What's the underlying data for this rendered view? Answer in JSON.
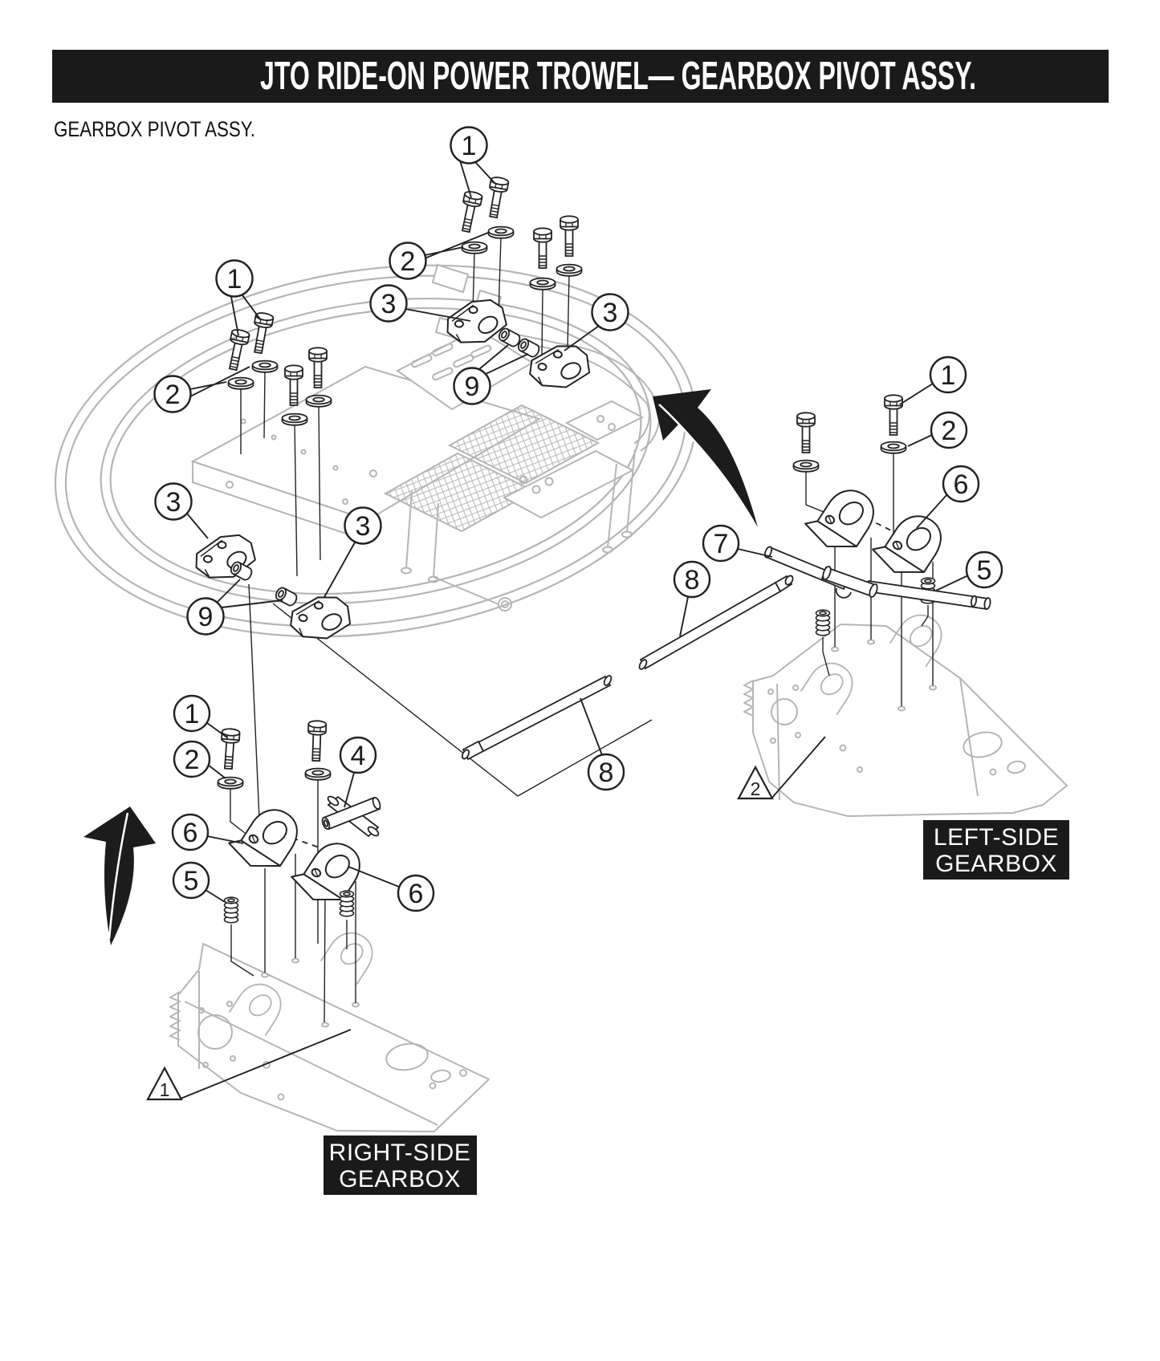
{
  "header": {
    "title": "JTO RIDE-ON POWER TROWEL— GEARBOX PIVOT ASSY.",
    "subtitle": "GEARBOX PIVOT  ASSY."
  },
  "labels": {
    "left_gearbox_line1": "LEFT-SIDE",
    "left_gearbox_line2": "GEARBOX",
    "right_gearbox_line1": "RIGHT-SIDE",
    "right_gearbox_line2": "GEARBOX"
  },
  "callouts": [
    {
      "id": "callout-1-top",
      "label": "1"
    },
    {
      "id": "callout-2-top",
      "label": "2"
    },
    {
      "id": "callout-3-top-left",
      "label": "3"
    },
    {
      "id": "callout-3-top-right",
      "label": "3"
    },
    {
      "id": "callout-9-top",
      "label": "9"
    },
    {
      "id": "callout-1-left",
      "label": "1"
    },
    {
      "id": "callout-2-left",
      "label": "2"
    },
    {
      "id": "callout-3-left",
      "label": "3"
    },
    {
      "id": "callout-3-mid",
      "label": "3"
    },
    {
      "id": "callout-9-left",
      "label": "9"
    },
    {
      "id": "callout-1-right",
      "label": "1"
    },
    {
      "id": "callout-2-right",
      "label": "2"
    },
    {
      "id": "callout-6-right-upper",
      "label": "6"
    },
    {
      "id": "callout-5-right",
      "label": "5"
    },
    {
      "id": "callout-7",
      "label": "7"
    },
    {
      "id": "callout-8-upper",
      "label": "8"
    },
    {
      "id": "callout-8-lower",
      "label": "8"
    },
    {
      "id": "callout-1-bottom",
      "label": "1"
    },
    {
      "id": "callout-2-bottom",
      "label": "2"
    },
    {
      "id": "callout-4",
      "label": "4"
    },
    {
      "id": "callout-6-bottom-left",
      "label": "6"
    },
    {
      "id": "callout-5-bottom",
      "label": "5"
    },
    {
      "id": "callout-6-bottom-right",
      "label": "6"
    }
  ],
  "triangle_markers": [
    {
      "id": "triangle-marker-2",
      "label": "2"
    },
    {
      "id": "triangle-marker-1",
      "label": "1"
    }
  ],
  "colors": {
    "title_bar_bg": "#1a1a1a",
    "title_text": "#ffffff",
    "line_art": "#222222",
    "ghost_gray": "#b5b5b5",
    "label_bg": "#1a1a1a",
    "label_text": "#ffffff",
    "background": "#ffffff"
  }
}
